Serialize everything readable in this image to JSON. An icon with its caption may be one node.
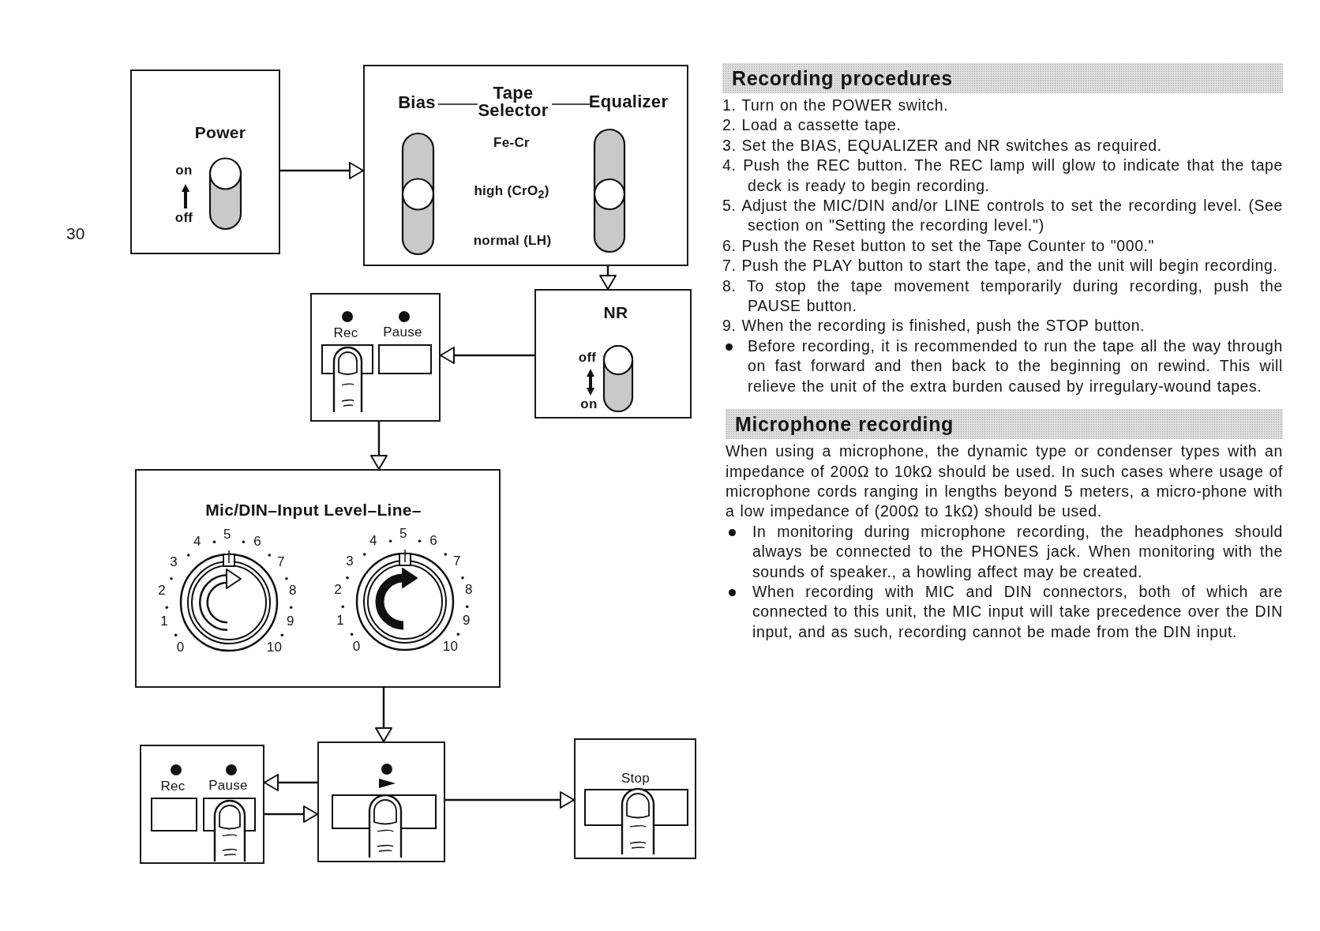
{
  "diagram": {
    "nodes": [
      {
        "text": [
          "Power",
          "on",
          "off"
        ]
      },
      {
        "text": [
          "Bias",
          "Tape Selector",
          "Equalizer",
          "Fe-Cr",
          "high (CrO$_{2}$)",
          "normal (LH)"
        ]
      },
      {
        "text": [
          "NR",
          "off",
          "on"
        ]
      },
      {
        "text": [
          "Rec",
          "Pause"
        ]
      },
      {
        "text": [
          "Mic/DIN–Input Level–Line–",
          "0",
          "1",
          "2",
          "3",
          "4",
          "5",
          "6",
          "7",
          "8",
          "9",
          "10",
          "0",
          "1",
          "2",
          "3",
          "4",
          "5",
          "6",
          "7",
          "8",
          "9",
          "10"
        ]
      },
      {
        "text": [
          "Rec",
          "Pause"
        ]
      },
      {
        "text": [],
        "shape": "box"
      },
      {
        "text": [
          "Stop"
        ]
      }
    ],
    "edges": [
      {
        "from": 0,
        "to": 1,
        "arrow": "to"
      },
      {
        "from": 1,
        "to": 2,
        "arrow": "to"
      },
      {
        "from": 2,
        "to": 3,
        "arrow": "to"
      },
      {
        "from": 3,
        "to": 4,
        "arrow": "to"
      },
      {
        "from": 4,
        "to": 6,
        "arrow": "to"
      },
      {
        "from": 6,
        "to": 5,
        "arrow": "to"
      },
      {
        "from": 5,
        "to": 6,
        "arrow": "to"
      },
      {
        "from": 6,
        "to": 7,
        "arrow": "to"
      }
    ],
    "labels": [
      "30",
      "Recording procedures",
      "1. Turn on the POWER switch.",
      "2. Load a cassette tape.",
      "3. Set the BIAS, EQUALIZER and NR switches as required.",
      "4. Push the REC button. The REC lamp will glow to indicate that the tape deck is ready to begin recording.",
      "5. Adjust the MIC/DIN and/or LINE controls to set the recording level. (See section on \"Setting the recording level.\")",
      "6. Push the Reset button to set the Tape Counter to \"000.\"",
      "7. Push the PLAY button to start the tape, and the unit will begin recording.",
      "8. To stop the tape movement temporarily during recording, push the PAUSE button.",
      "9. When the recording is finished, push the STOP button.",
      "Before recording, it is recommended to run the tape all the way through on fast forward and then back to the beginning on rewind. This will relieve the unit of the extra burden caused by irregulary-wound tapes.",
      "Microphone recording",
      "When using a microphone, the dynamic type or condenser types with an impedance of 200Ω to 10kΩ should be used. In such cases where usage of microphone cords ranging in lengths beyond 5 meters, a micro-phone with a low impedance of (200Ω to 1kΩ) should be used.",
      "In monitoring during microphone recording, the headphones should always be connected to the PHONES jack. When monitoring with the sounds of speaker., a howling affect may be created.",
      "When recording with MIC and DIN connectors, both of which are connected to this unit, the MIC input will take precedence over the DIN input, and as such, recording cannot be made from the DIN input."
    ]
  }
}
